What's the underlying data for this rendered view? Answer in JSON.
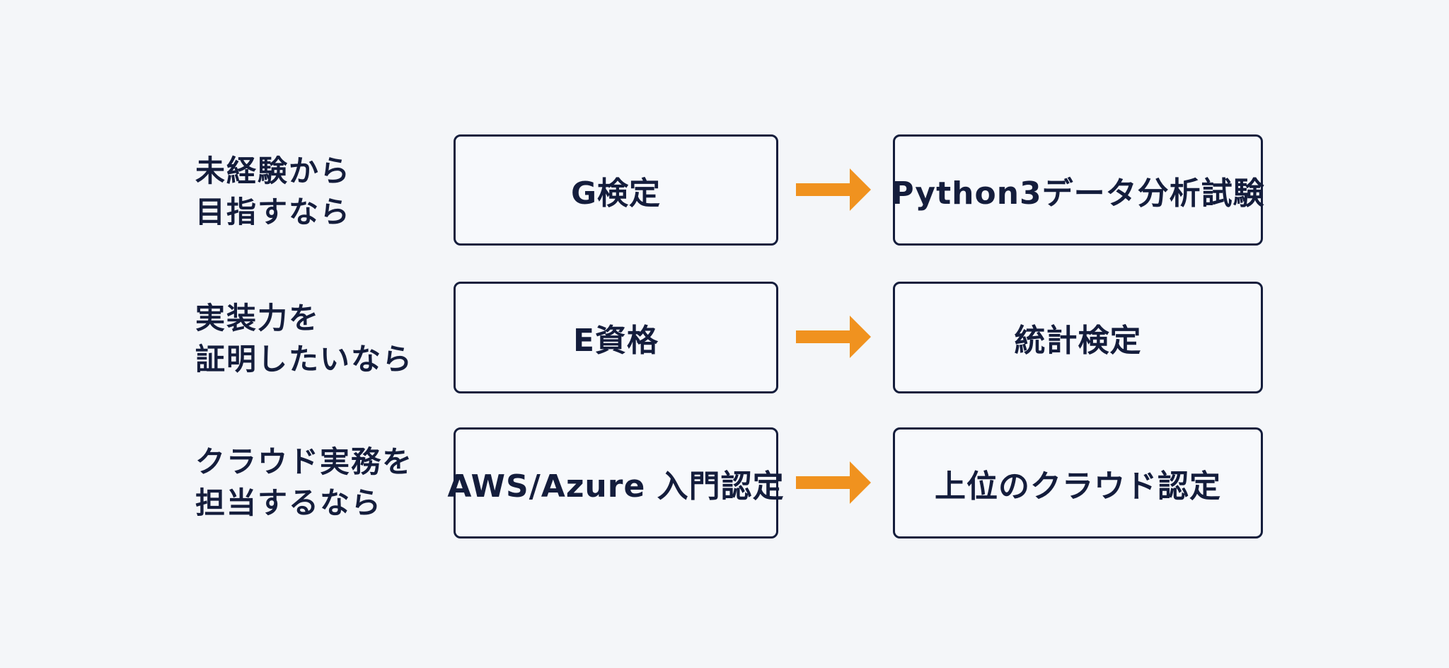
{
  "rows": [
    {
      "label_lines": [
        "未経験から",
        "目指すなら"
      ],
      "start": "G検定",
      "next": "Python3データ分析試験"
    },
    {
      "label_lines": [
        "実装力を",
        "証明したいなら"
      ],
      "start": "E資格",
      "next": "統計検定"
    },
    {
      "label_lines": [
        "クラウド実務を",
        "担当するなら"
      ],
      "start": "AWS/Azure 入門認定",
      "next": "上位のクラウド認定"
    }
  ],
  "colors": {
    "text": "#141d3c",
    "box_border": "#141d3c",
    "arrow": "#f0921f",
    "background": "#f4f6f9"
  },
  "icons": {
    "arrow": "arrow-right-icon"
  }
}
